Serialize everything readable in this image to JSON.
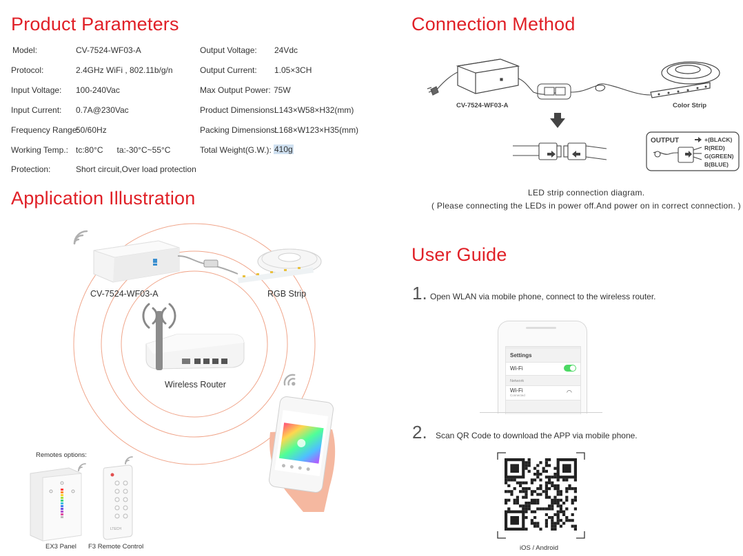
{
  "headings": {
    "product_parameters": "Product Parameters",
    "connection_method": "Connection Method",
    "application_illustration": "Application Illustration",
    "user_guide": "User Guide"
  },
  "params_left": [
    {
      "label": "Model:",
      "value": "CV-7524-WF03-A"
    },
    {
      "label": "Protocol:",
      "value": "2.4GHz WiFi , 802.11b/g/n"
    },
    {
      "label": "Input Voltage:",
      "value": "100-240Vac"
    },
    {
      "label": "Input Current:",
      "value": "0.7A@230Vac"
    },
    {
      "label": "Frequency Range:",
      "value": "50/60Hz"
    },
    {
      "label": "Working Temp.:",
      "value": "tc:80°C      ta:-30°C~55°C"
    },
    {
      "label": "Protection:",
      "value": "Short circuit,Over load protection"
    }
  ],
  "params_right": [
    {
      "label": "Output Voltage:",
      "value": "24Vdc"
    },
    {
      "label": "Output Current:",
      "value": "1.05×3CH"
    },
    {
      "label": "Max Output Power:",
      "value": "75W"
    },
    {
      "label": "Product Dimensions:",
      "value": "L143×W58×H32(mm)"
    },
    {
      "label": "Packing Dimensions:",
      "value": "L168×W123×H35(mm)"
    },
    {
      "label": "Total Weight(G.W.):",
      "value": "410g"
    }
  ],
  "connection": {
    "controller_label": "CV-7524-WF03-A",
    "strip_label": "Color Strip",
    "output_title": "OUTPUT",
    "output_pins": [
      "+(BLACK)",
      "R(RED)",
      "G(GREEN)",
      "B(BLUE)"
    ],
    "caption": "LED strip connection diagram.",
    "note": "( Please connecting the LEDs in power off.And power on in correct connection. )"
  },
  "illustration": {
    "controller_label": "CV-7524-WF03-A",
    "strip_label": "RGB Strip",
    "router_label": "Wireless Router",
    "remotes_title": "Remotes options:",
    "panel_label": "EX3 Panel",
    "remote_label": "F3 Remote Control",
    "device_mark": "LTECH"
  },
  "user_guide": {
    "steps": [
      {
        "num": "1.",
        "text": "Open WLAN via mobile phone, connect to the wireless router."
      },
      {
        "num": "2.",
        "text": "Scan QR Code to download the APP via mobile phone."
      }
    ],
    "phone": {
      "title": "Settings",
      "wifi_label": "Wi-Fi",
      "network_label": "Network",
      "network_name": "Wi-Fi",
      "network_status": "Connected"
    },
    "qr_caption": "iOS / Android"
  },
  "colors": {
    "accent": "#e02027",
    "circle": "#f0a58a",
    "text": "#333333",
    "highlight": "#cfe0f0"
  },
  "icons": [
    "wifi-icon",
    "arrow-down-icon",
    "arrow-right-icon",
    "arrow-left-icon",
    "qr-code-icon",
    "power-plug-icon"
  ]
}
